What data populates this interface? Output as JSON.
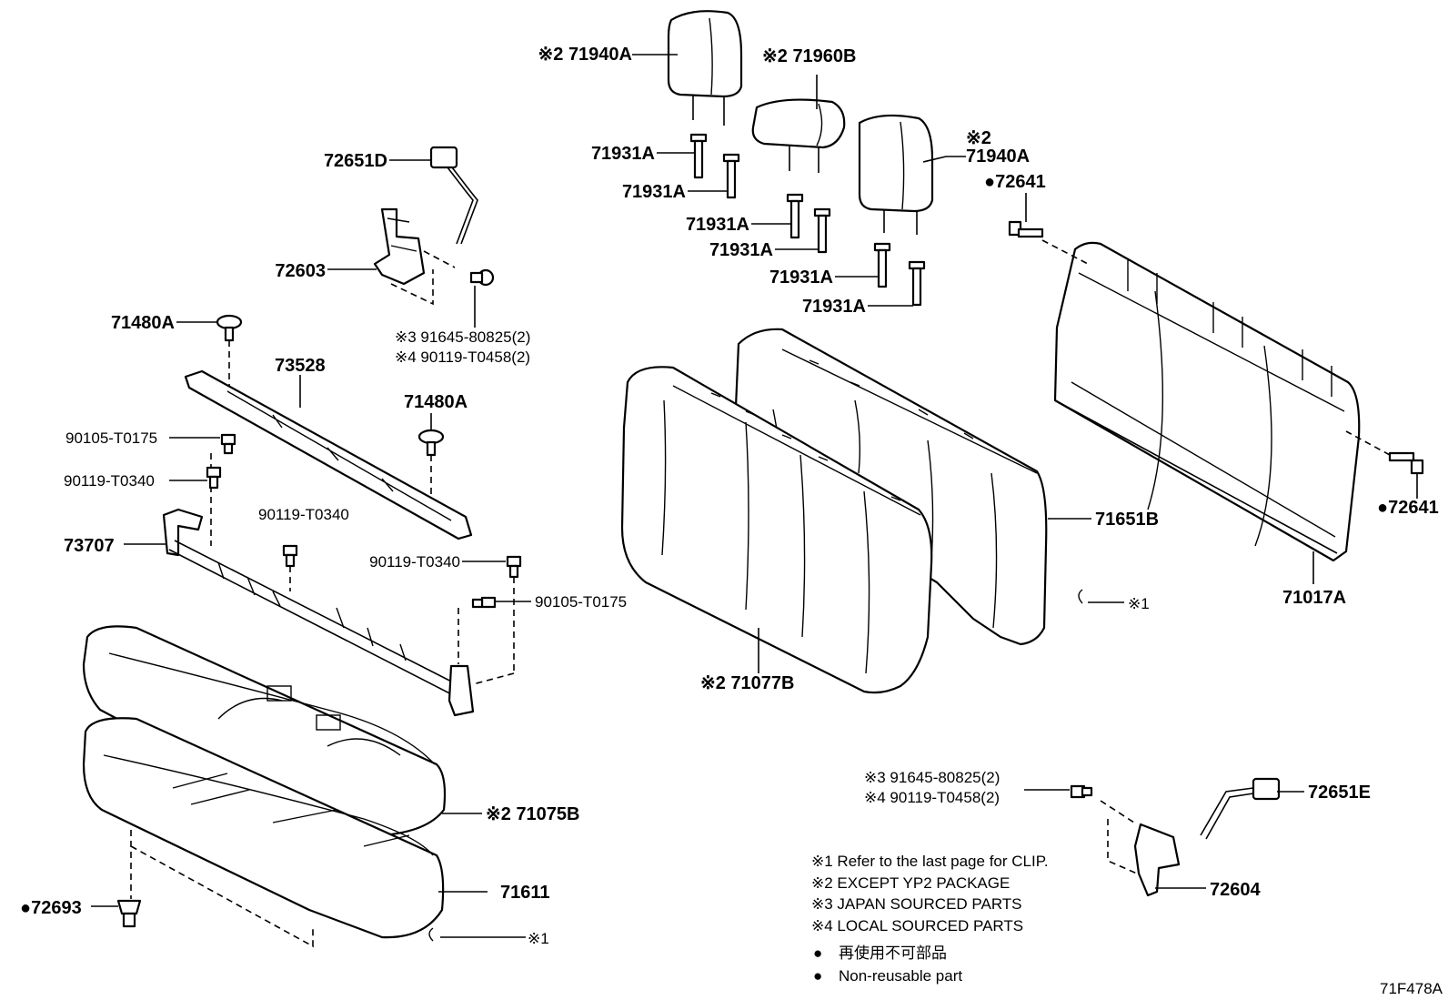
{
  "diagram_id": "71F478A",
  "callouts": [
    {
      "id": "c-71940A-left",
      "text": "※2 71940A"
    },
    {
      "id": "c-71960B",
      "text": "※2 71960B"
    },
    {
      "id": "c-71940A-right-mark",
      "text": "※2"
    },
    {
      "id": "c-71940A-right",
      "text": "71940A"
    },
    {
      "id": "c-71931A-1",
      "text": "71931A"
    },
    {
      "id": "c-71931A-2",
      "text": "71931A"
    },
    {
      "id": "c-71931A-3",
      "text": "71931A"
    },
    {
      "id": "c-71931A-4",
      "text": "71931A"
    },
    {
      "id": "c-71931A-5",
      "text": "71931A"
    },
    {
      "id": "c-71931A-6",
      "text": "71931A"
    },
    {
      "id": "c-72641-top",
      "text": "●72641"
    },
    {
      "id": "c-72641-right",
      "text": "●72641"
    },
    {
      "id": "c-72651D",
      "text": "72651D"
    },
    {
      "id": "c-72603",
      "text": "72603"
    },
    {
      "id": "c-bolt-jp-top",
      "text": "※3 91645-80825(2)"
    },
    {
      "id": "c-bolt-local-top",
      "text": "※4 90119-T0458(2)"
    },
    {
      "id": "c-71480A-left",
      "text": "71480A"
    },
    {
      "id": "c-73528",
      "text": "73528"
    },
    {
      "id": "c-71480A-mid",
      "text": "71480A"
    },
    {
      "id": "c-90105-left",
      "text": "90105-T0175"
    },
    {
      "id": "c-90119-left",
      "text": "90119-T0340"
    },
    {
      "id": "c-90119-mid",
      "text": "90119-T0340"
    },
    {
      "id": "c-73707",
      "text": "73707"
    },
    {
      "id": "c-90119-right",
      "text": "90119-T0340"
    },
    {
      "id": "c-90105-right",
      "text": "90105-T0175"
    },
    {
      "id": "c-71651B",
      "text": "71651B"
    },
    {
      "id": "c-clip-mid",
      "text": "※1"
    },
    {
      "id": "c-71017A",
      "text": "71017A"
    },
    {
      "id": "c-71077B",
      "text": "※2 71077B"
    },
    {
      "id": "c-71075B",
      "text": "※2 71075B"
    },
    {
      "id": "c-71611",
      "text": "71611"
    },
    {
      "id": "c-clip-bottom",
      "text": "※1"
    },
    {
      "id": "c-72693",
      "text": "●72693"
    },
    {
      "id": "c-bolt-jp-bottom",
      "text": "※3 91645-80825(2)"
    },
    {
      "id": "c-bolt-local-bottom",
      "text": "※4 90119-T0458(2)"
    },
    {
      "id": "c-72651E",
      "text": "72651E"
    },
    {
      "id": "c-72604",
      "text": "72604"
    }
  ],
  "notes": [
    "※1 Refer to the last page for CLIP.",
    "※2 EXCEPT YP2 PACKAGE",
    "※3  JAPAN SOURCED PARTS",
    "※4  LOCAL SOURCED PARTS"
  ],
  "legend": [
    {
      "symbol": "●",
      "text": "再使用不可部品"
    },
    {
      "symbol": "●",
      "text": "Non-reusable part"
    }
  ]
}
